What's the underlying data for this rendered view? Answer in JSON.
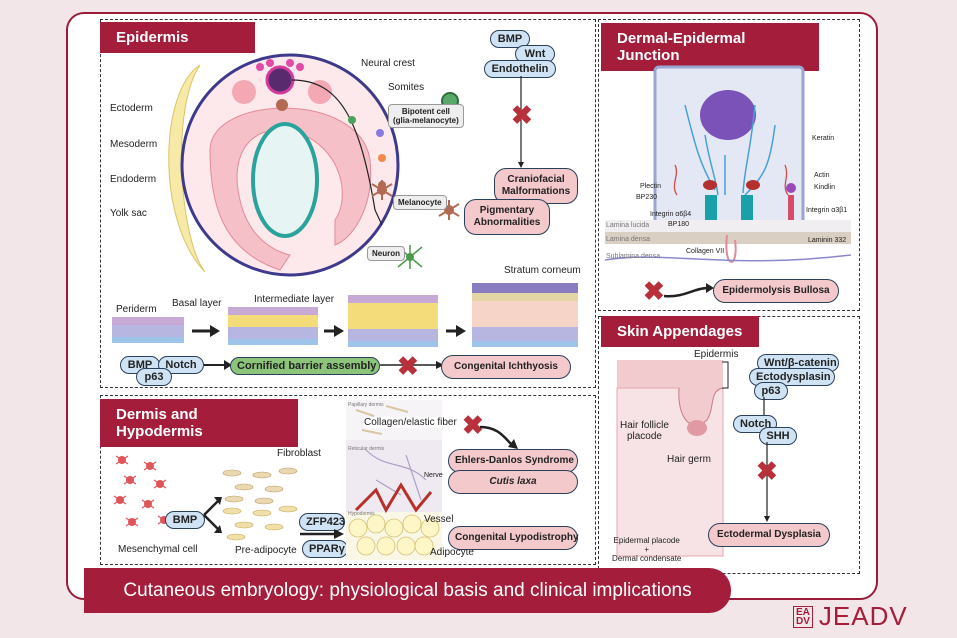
{
  "epidermis": {
    "header": "Epidermis",
    "labels": {
      "neural_crest": "Neural crest",
      "somites": "Somites",
      "ectoderm": "Ectoderm",
      "mesoderm": "Mesoderm",
      "endoderm": "Endoderm",
      "yolk_sac": "Yolk sac",
      "bipotent_cell": "Bipotent cell\n(glia-melanocyte)",
      "melanocyte": "Melanocyte",
      "neuron": "Neuron"
    },
    "signals": [
      "BMP",
      "Wnt",
      "Endothelin"
    ],
    "outcomes": [
      "Craniofacial\nMalformations",
      "Pigmentary\nAbnormalities"
    ],
    "layers": {
      "stratum_corneum": "Stratum corneum",
      "periderm": "Periderm",
      "basal_layer": "Basal layer",
      "intermediate_layer": "Intermediate layer"
    },
    "barrier_signals": [
      "BMP",
      "Notch",
      "p63"
    ],
    "barrier_process": "Cornified barrier assembly",
    "barrier_outcome": "Congenital Ichthyosis"
  },
  "dej": {
    "header": "Dermal-Epidermal Junction",
    "labels": {
      "keratin": "Keratin",
      "actin": "Actin",
      "kindlin": "Kindlin",
      "plectin": "Plectin",
      "bp230": "BP230",
      "integrin_a6b4": "Integrin α6β4",
      "bp180": "BP180",
      "integrin_a3b1": "Integrin α3β1",
      "lamina_lucida": "Lamina lucida",
      "lamina_densa": "Lamina densa",
      "laminin_332": "Laminin 332",
      "sublamina_densa": "Sublamina densa",
      "collagen_vii": "Collagen VII"
    },
    "outcome": "Epidermolysis Bullosa"
  },
  "dermis": {
    "header": "Dermis and Hypodermis",
    "labels": {
      "fibroblast": "Fibroblast",
      "mesenchymal_cell": "Mesenchymal cell",
      "pre_adipocyte": "Pre-adipocyte",
      "papillary_dermis": "Papillary dermis",
      "reticular_dermis": "Reticular dermis",
      "hypodermis": "Hypodermis",
      "collagen_elastic": "Collagen/elastic fiber",
      "nerve": "Nerve",
      "vessel": "Vessel",
      "adipocyte": "Adipocyte"
    },
    "signals": [
      "BMP",
      "ZFP423",
      "PPARγ"
    ],
    "outcomes": [
      "Ehlers-Danlos Syndrome",
      "Cutis laxa",
      "Congenital Lypodistrophy"
    ]
  },
  "appendages": {
    "header": "Skin Appendages",
    "labels": {
      "epidermis": "Epidermis",
      "hair_follicle_placode": "Hair follicle\nplacode",
      "hair_germ": "Hair germ",
      "epidermal_placode": "Epidermal placode\n+\nDermal condensate"
    },
    "signals": [
      "Wnt/β-catenin",
      "Ectodysplasin",
      "p63",
      "Notch",
      "SHH"
    ],
    "outcome": "Ectodermal Dysplasia"
  },
  "footer": {
    "title": "Cutaneous embryology: physiological basis and clinical implications",
    "logo_mark": "EA\nDV",
    "logo_text": "JEADV"
  },
  "colors": {
    "brand": "#a41e3c",
    "signal_fill": "#cfe3f4",
    "outcome_fill": "#f4c9cc",
    "process_fill": "#8cc47a",
    "x_mark": "#b8303a"
  }
}
